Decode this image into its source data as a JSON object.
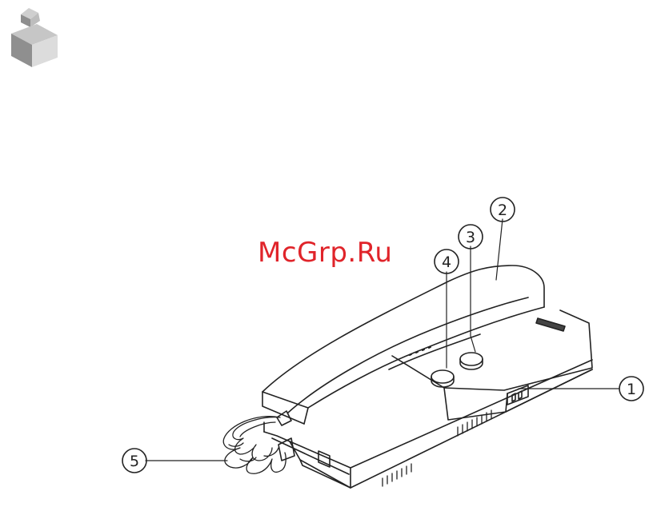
{
  "brand": {
    "watermark": "McGrp.Ru",
    "watermark_color": "#e0242a",
    "logo": "cube-logo-icon"
  },
  "callouts": [
    {
      "id": "1",
      "label": "1"
    },
    {
      "id": "2",
      "label": "2"
    },
    {
      "id": "3",
      "label": "3"
    },
    {
      "id": "4",
      "label": "4"
    },
    {
      "id": "5",
      "label": "5"
    }
  ],
  "colors": {
    "line": "#222222",
    "cube_top": "#c9c9c9",
    "cube_left": "#9a9a9a",
    "cube_right": "#d8d8d8"
  }
}
